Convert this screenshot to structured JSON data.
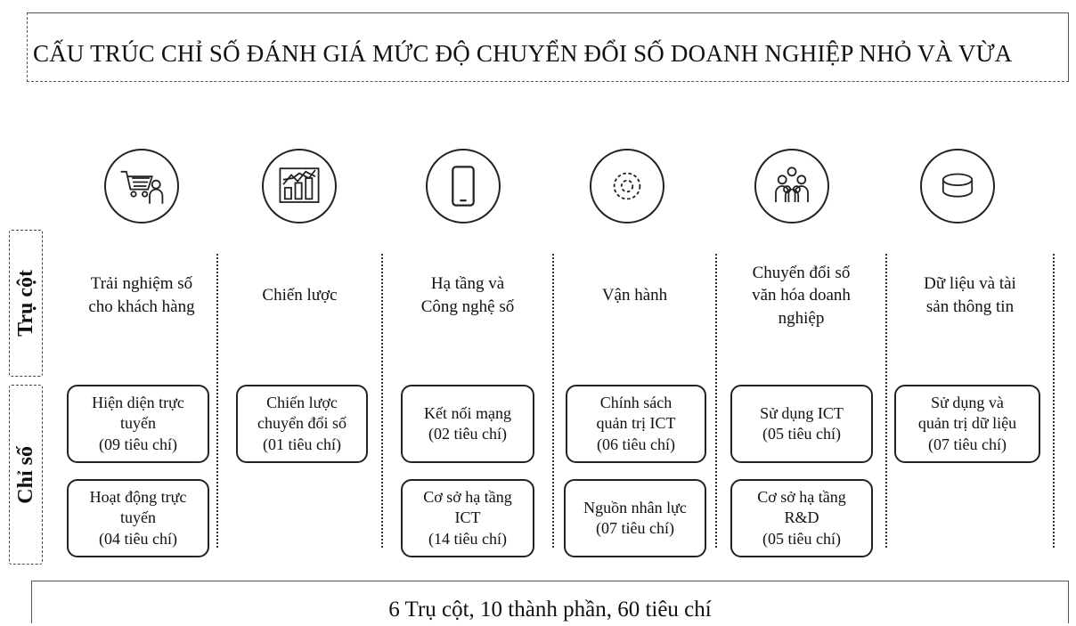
{
  "title": "CẤU TRÚC CHỈ SỐ ĐÁNH GIÁ MỨC ĐỘ CHUYỂN ĐỔI SỐ DOANH NGHIỆP NHỎ VÀ VỪA",
  "row_labels": {
    "pillar": "Trụ cột",
    "indicator": "Chỉ số"
  },
  "pillars": [
    {
      "icon": "shopping-cart-customer-icon",
      "name_line1": "Trải nghiệm số",
      "name_line2": "cho khách hàng",
      "name_line3": ""
    },
    {
      "icon": "strategy-chart-icon",
      "name_line1": "Chiến lược",
      "name_line2": "",
      "name_line3": ""
    },
    {
      "icon": "mobile-device-icon",
      "name_line1": "Hạ tầng và",
      "name_line2": "Công nghệ số",
      "name_line3": ""
    },
    {
      "icon": "gear-icon",
      "name_line1": "Vận hành",
      "name_line2": "",
      "name_line3": ""
    },
    {
      "icon": "people-group-icon",
      "name_line1": "Chuyển đổi số",
      "name_line2": "văn hóa doanh",
      "name_line3": "nghiệp"
    },
    {
      "icon": "database-icon",
      "name_line1": "Dữ liệu và tài",
      "name_line2": "sản thông tin",
      "name_line3": ""
    }
  ],
  "indicators": {
    "p1a": {
      "l1": "Hiện diện trực",
      "l2": "tuyến",
      "l3": "(09 tiêu chí)"
    },
    "p1b": {
      "l1": "Hoạt động trực",
      "l2": "tuyến",
      "l3": "(04 tiêu chí)"
    },
    "p2a": {
      "l1": "Chiến lược",
      "l2": "chuyển đổi số",
      "l3": "(01 tiêu chí)"
    },
    "p3a": {
      "l1": "Kết nối mạng",
      "l2": "(02 tiêu chí)"
    },
    "p3b": {
      "l1": "Cơ sở hạ tầng",
      "l2": "ICT",
      "l3": "(14 tiêu chí)"
    },
    "p4a": {
      "l1": "Chính sách",
      "l2": "quản trị ICT",
      "l3": "(06 tiêu chí)"
    },
    "p4b": {
      "l1": "Nguồn nhân lực",
      "l2": "(07 tiêu chí)"
    },
    "p5a": {
      "l1": "Sử dụng ICT",
      "l2": "(05 tiêu chí)"
    },
    "p5b": {
      "l1": "Cơ sở hạ tầng",
      "l2": "R&D",
      "l3": "(05 tiêu chí)"
    },
    "p6a": {
      "l1": "Sử dụng và",
      "l2": "quản trị dữ liệu",
      "l3": "(07 tiêu chí)"
    }
  },
  "summary": "6 Trụ cột, 10 thành phần, 60 tiêu chí"
}
